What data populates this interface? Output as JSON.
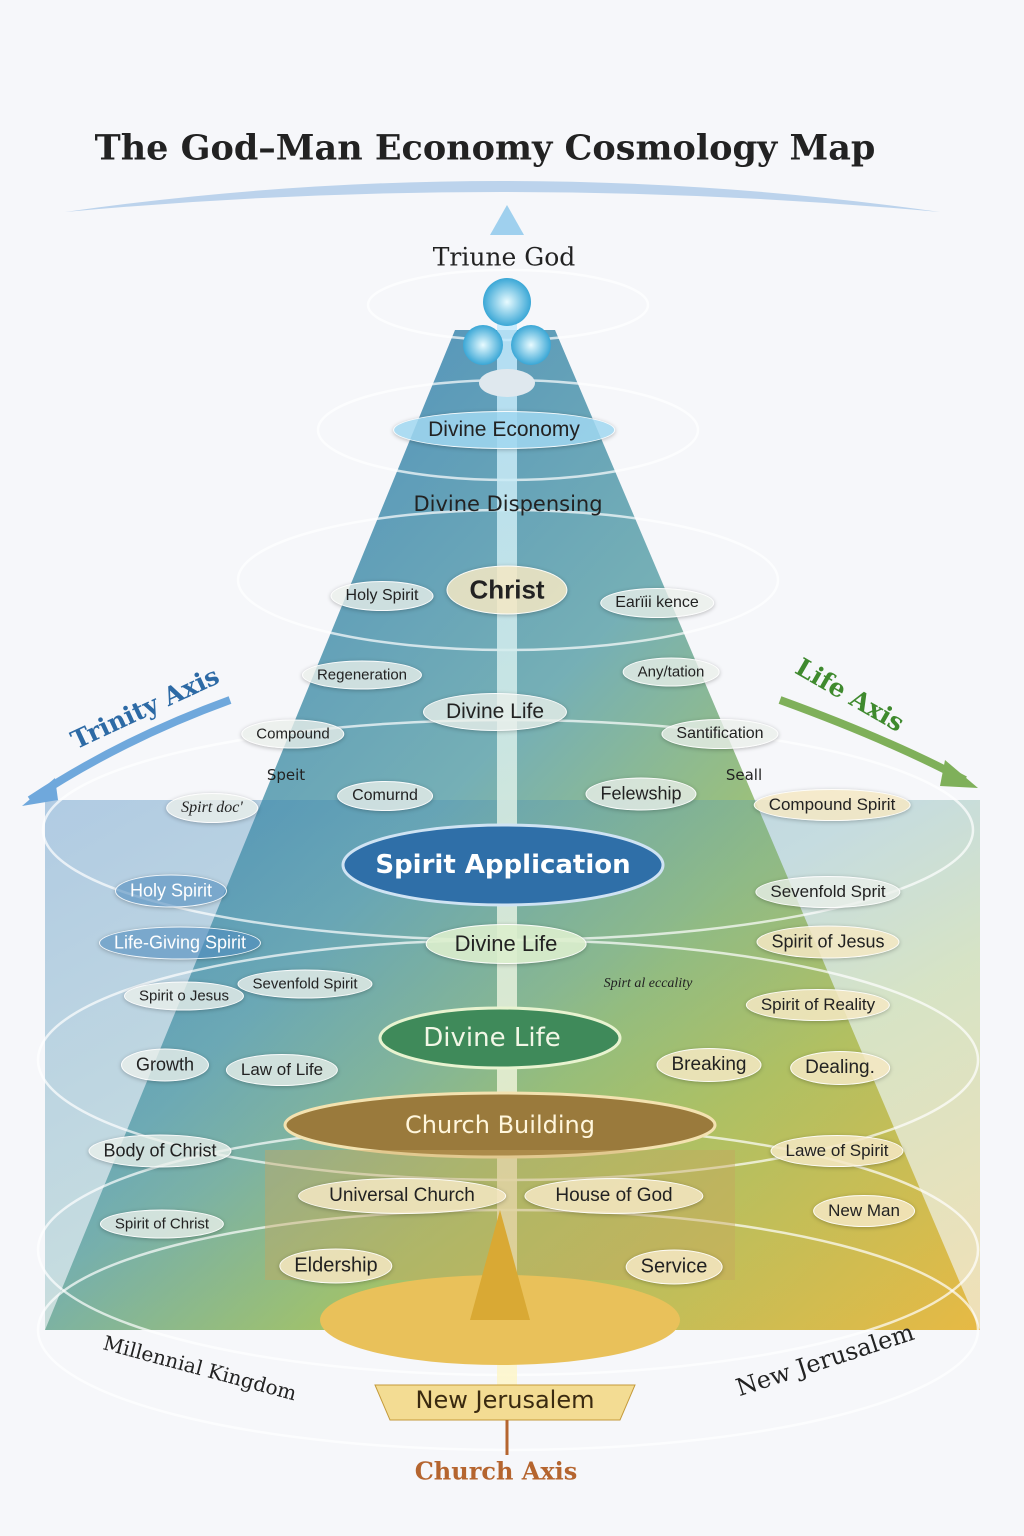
{
  "title": "The God–Man Economy Cosmology Map",
  "top": {
    "label": "Triune God"
  },
  "axes": {
    "trinity": "Trinity Axis",
    "life": "Life Axis",
    "church": "Church Axis"
  },
  "tiers": {
    "divine_economy": "Divine Economy",
    "divine_dispensing": "Divine Dispensing",
    "christ": "Christ",
    "divine_life_upper": "Divine Life",
    "spirit_application": "Spirit Application",
    "divine_life_mid": "Divine Life",
    "divine_life_lower": "Divine Life",
    "church_building": "Church Building",
    "new_jerusalem_banner": "New Jerusalem"
  },
  "nodes": [
    "Holy Spirit",
    "Earïii kence",
    "Regeneration",
    "Any/tation",
    "Compound",
    "Santification",
    "Speit",
    "Seall",
    "Spirt doc'",
    "Comurnd",
    "Felewship",
    "Compound Spirit",
    "Holy Spirit",
    "Sevenfold Sprit",
    "Life-Giving Spirit",
    "Spirit of Jesus",
    "Sevenfold  Spirit",
    "Spirit o Jesus",
    "Spirt al eccality",
    "Spirit of Reality",
    "Growth",
    "Law of Life",
    "Breaking",
    "Dealing.",
    "Body of Christ",
    "Lawe of Spirit",
    "Universal Church",
    "House of God",
    "Spirit of Christ",
    "New Man",
    "Eldership",
    "Service"
  ],
  "base": {
    "left": "Millennial Kingdom",
    "right": "New Jerusalem"
  },
  "colors": {
    "trinity_axis": "#3d7bb5",
    "life_axis": "#3f8a2e",
    "church_axis": "#b5652f",
    "spirit_application": "#2f6fa8"
  }
}
